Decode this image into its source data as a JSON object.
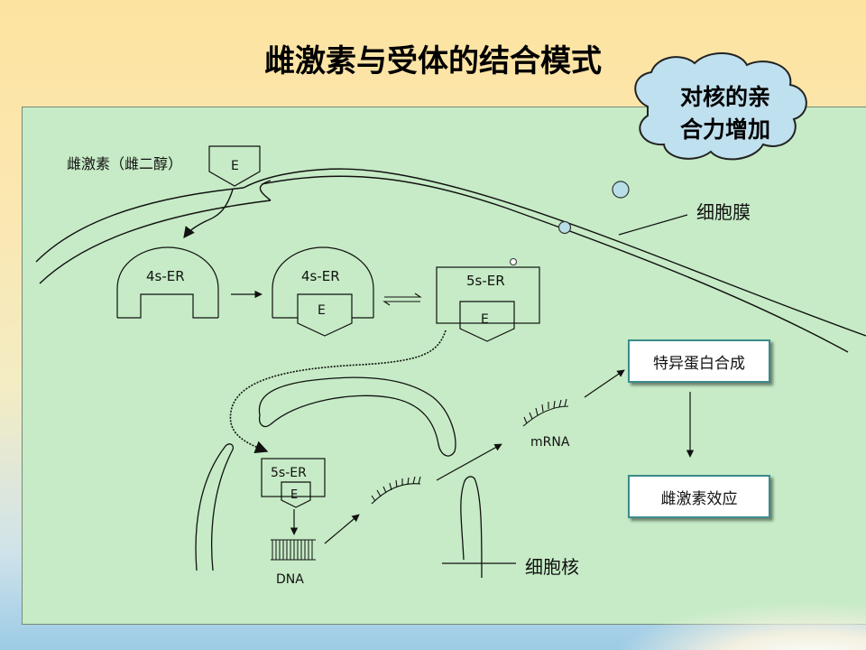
{
  "title": "雌激素与受体的结合模式",
  "callout": {
    "line1": "对核的亲",
    "line2": "合力增加"
  },
  "labels": {
    "estrogen": "雌激素（雌二醇）",
    "E": "E",
    "receptor_4s": "4s-ER",
    "receptor_5s": "5s-ER",
    "cell_membrane": "细胞膜",
    "nucleus": "细胞核",
    "dna": "DNA",
    "mrna": "mRNA"
  },
  "boxes": {
    "specific_protein": "特异蛋白合成",
    "estrogen_effect": "雌激素效应"
  }
}
